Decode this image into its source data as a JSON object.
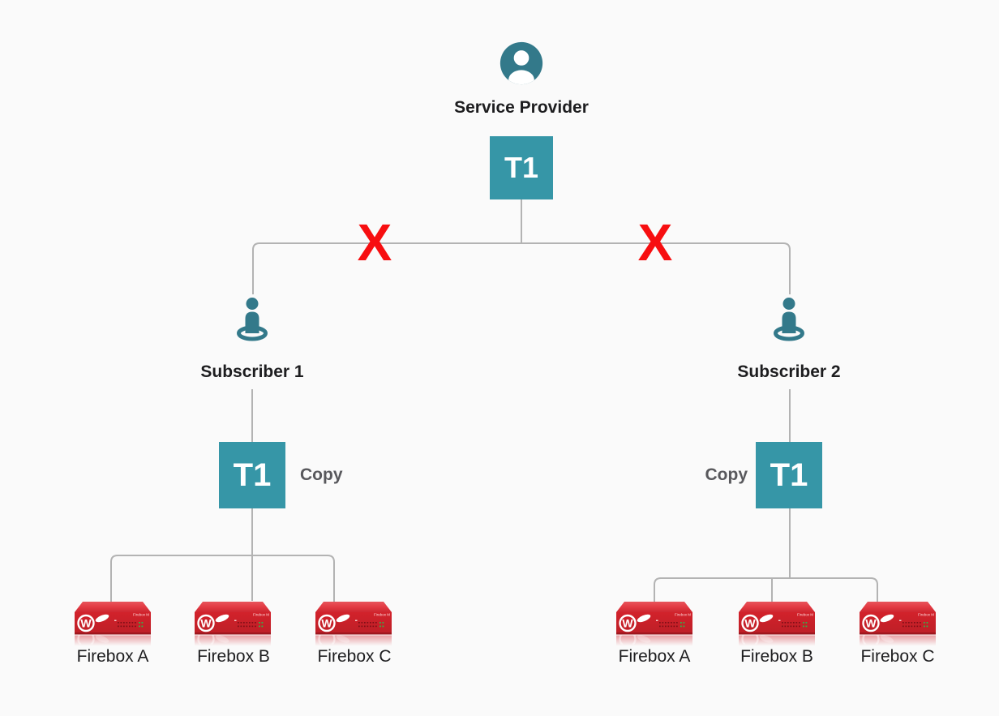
{
  "canvas": {
    "background": "#fafafa"
  },
  "colors": {
    "template_box": "#3696a7",
    "person_icon": "#33798a",
    "connector_line": "#b3b3b3",
    "broken_x": "#f70e10",
    "firebox_red": "#d2222b",
    "label_text": "#1d1d1f",
    "copy_text": "#58585c"
  },
  "provider": {
    "label": "Service Provider",
    "icon": "user-avatar-icon",
    "template_label": "T1"
  },
  "broken_links": [
    {
      "marker": "X"
    },
    {
      "marker": "X"
    }
  ],
  "subscribers": [
    {
      "label": "Subscriber 1",
      "icon": "subscriber-person-icon",
      "template_label": "T1",
      "copy_tag": "Copy",
      "fireboxes": [
        {
          "label": "Firebox A",
          "icon": "firebox-appliance-icon"
        },
        {
          "label": "Firebox B",
          "icon": "firebox-appliance-icon"
        },
        {
          "label": "Firebox C",
          "icon": "firebox-appliance-icon"
        }
      ]
    },
    {
      "label": "Subscriber 2",
      "icon": "subscriber-person-icon",
      "template_label": "T1",
      "copy_tag": "Copy",
      "fireboxes": [
        {
          "label": "Firebox A",
          "icon": "firebox-appliance-icon"
        },
        {
          "label": "Firebox B",
          "icon": "firebox-appliance-icon"
        },
        {
          "label": "Firebox C",
          "icon": "firebox-appliance-icon"
        }
      ]
    }
  ]
}
